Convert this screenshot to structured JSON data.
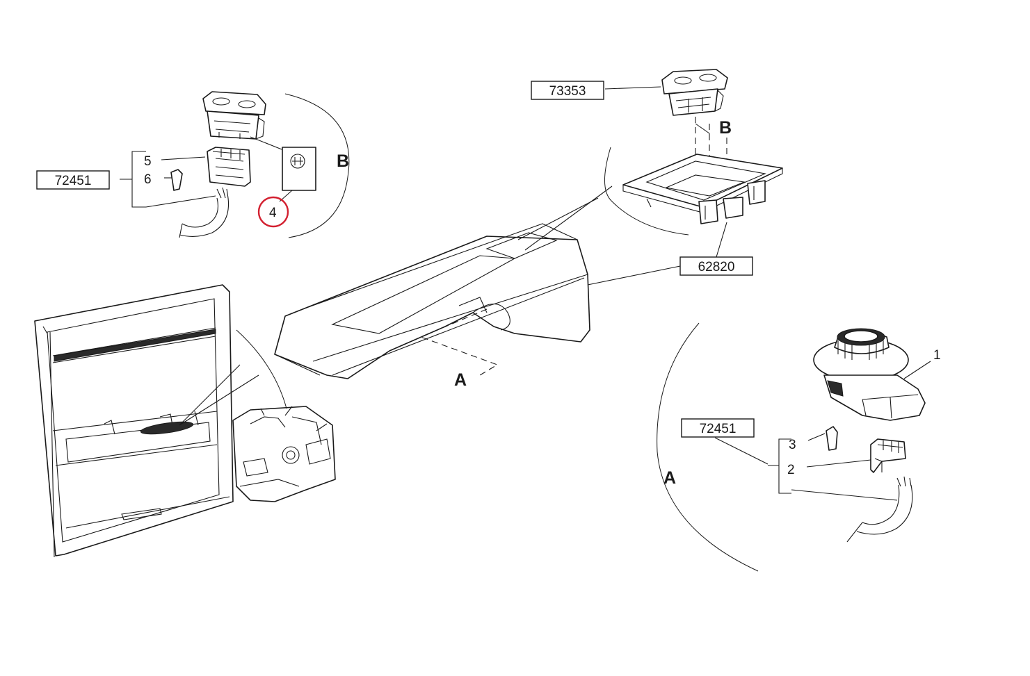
{
  "part_codes": {
    "harness_top_left": "72451",
    "switch_top_right": "73353",
    "console_bracket": "62820",
    "harness_bottom_right": "72451"
  },
  "item_numbers": {
    "rotary_switch": "1",
    "connector_a": "2",
    "terminal_a": "3",
    "symbol_plate": "4",
    "connector_b": "5",
    "terminal_b": "6"
  },
  "view_labels": {
    "top_left_detail": "B",
    "top_right_detail": "B",
    "console_marker": "A",
    "bottom_right_detail": "A"
  },
  "highlight": {
    "target_item": "4",
    "color": "#d32030"
  }
}
